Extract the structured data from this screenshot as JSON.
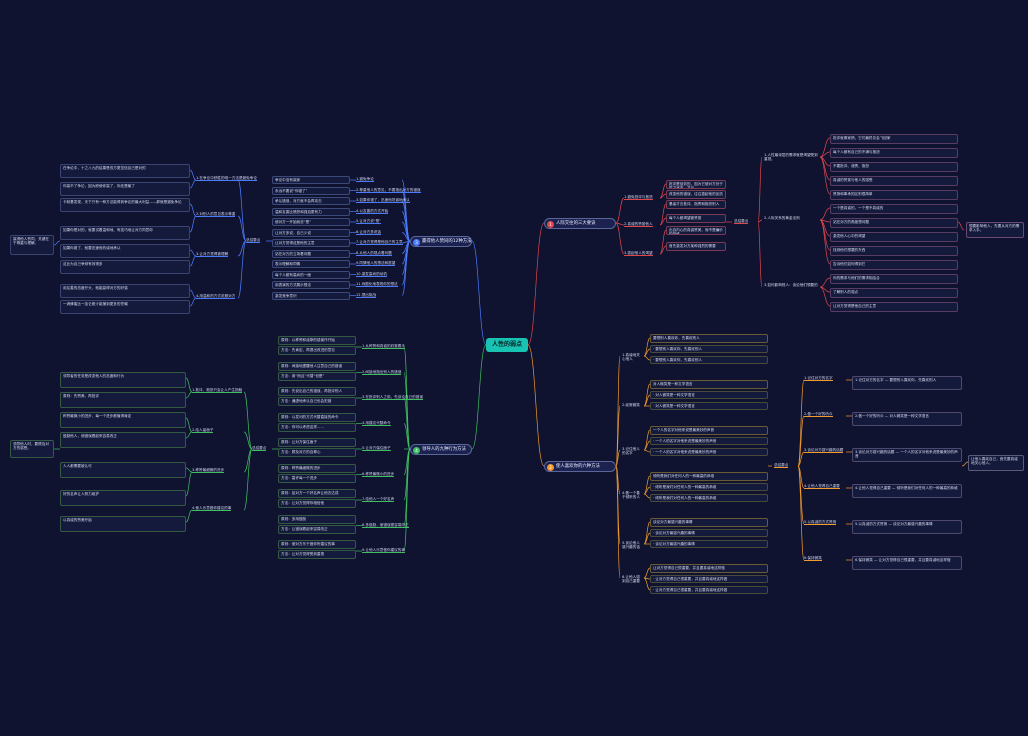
{
  "colors": {
    "background": "#0f1330",
    "root": "#18c3b4",
    "branch_red": "#e0474c",
    "branch_blue": "#4d7bff",
    "branch_orange": "#f29a2e",
    "branch_green": "#3fbf5f"
  },
  "root": {
    "title": "人性的弱点"
  },
  "branches": [
    {
      "num": "1",
      "title": "人际交往的三大要诀",
      "color": "#e0474c"
    },
    {
      "num": "2",
      "title": "使人喜欢你的六种方法",
      "color": "#f29a2e"
    },
    {
      "num": "3",
      "title": "赢得他人赞同的12种方法",
      "color": "#4d7bff"
    },
    {
      "num": "4",
      "title": "领导人的九种行为方法",
      "color": "#3fbf5f"
    }
  ],
  "summary_label": "总结要点",
  "b1": {
    "subs": [
      "1.避免批评与抱怨",
      "2.真诚的赞赏他人",
      "3.激起他人的渴望"
    ],
    "leaves": [
      "批评是徒劳的，因为它使对方处于防卫状态，并且",
      "改变他的错误，往往激起他的反抗",
      "愚者才去批评、指责和抱怨别人",
      "每个人都渴望被赞赏",
      "出自内心的真诚赞美，而不是廉价的恭维",
      "首先激发对方某种强烈的需要"
    ],
    "summary": [
      "1.人性最深层的需求就是渴望受到重视。",
      "2.人际关系的黄金法则",
      "3.如何影响别人：谈论他们想要的"
    ],
    "details": [
      "批评就像家鸽，它们最终总会飞回家",
      "每个人都有自己的不满与抱怨",
      "不要批评、谴责、抱怨",
      "真诚的赞赏与他人的感受",
      "赞扬和奉承的区别很简单",
      "一个是真诚的，一个是不真诚的",
      "站在对方的角度想问题",
      "激发他人心中的渴望",
      "找到他们想要的东西",
      "告诉他们如何得到它",
      "你的需求与他们的需求相结合",
      "了解别人的观点",
      "让对方觉得是他自己的主意"
    ],
    "side_note": "想要影响他人，先要从对方的需求入手。"
  },
  "b2": {
    "subs": [
      "1.真诚地关心他人",
      "2.经常微笑",
      "3.记住他人的名字",
      "4.做一个善于倾听的人",
      "5.谈论他人感兴趣的话题",
      "6.让他人感到自己重要"
    ],
    "leaves": [
      "要想别人喜欢你，先喜欢别人",
      "对人微笑是一种文学语言",
      "一个人的名字对他来说是最美妙的声音",
      "倾听是我们对任何人的一种最高的恭维",
      "谈论对方最感兴趣的事情",
      "让对方觉得自己很重要，并且要真诚地这样做"
    ],
    "summary": [
      "1.记住对方的名字",
      "2.做一个好的听众",
      "3.谈论对方感兴趣的话题",
      "4.让他人觉得自己重要",
      "5.以真诚的方式赞扬",
      "6.保持微笑"
    ],
    "side_note": "让他人喜欢自己，首先要真诚地关心他人。"
  },
  "b3": {
    "items": [
      "1.避免争论",
      "2.尊重他人的意见，不要指出对方的错误",
      "3.如果你错了，迅速而坦诚地承认",
      "4.以友善的方式开始",
      "5.让对方说“是”",
      "6.让对方多说话",
      "7.让对方觉得是他自己的主意",
      "8.从他人的观点看问题",
      "9.同情他人的想法和愿望",
      "10.激发高尚的动机",
      "11.戏剧化地表现你的想法",
      "12.提出挑战"
    ],
    "notes": [
      "争论中没有赢家",
      "永远不要说“你错了”",
      "承认错误，对方就不会再攻击",
      "温和友善比愤怒和强迫更有力",
      "使对方一开始就说“是”",
      "让对方多说，自己少说",
      "让对方觉得这是他的主意",
      "站在对方的立场看问题",
      "表示理解和同情",
      "每个人都有高尚的一面",
      "用表演的方式展示想法",
      "激发竞争意识"
    ],
    "summary": [
      "1.在争论中获胜的唯一方法是避免争论",
      "2.对别人的意见表示尊重",
      "3.让对方觉得被理解",
      "4.用温和的方式说服对方"
    ],
    "left_details": [
      "在争论中，十之八九的结果是双方更坚信自己是对的",
      "你赢不了争论，因为即使你赢了，你还是输了",
      "卡耐基发现，天下只有一种方法能得到争论的最大利益——那就是避免争论",
      "如果你是对的，就要试着温和地、有技巧地让对方同意你",
      "如果你错了，就要迅速而热诚地承认",
      "这比为自己争辩有效得多",
      "用友善的态度开头，就能赢得对方的好感",
      "一滴蜂蜜比一加仑胆汁能捕到更多的苍蝇"
    ],
    "side_note": "赢得他人赞同，关键在于尊重与理解。"
  },
  "b4": {
    "items": [
      "1.从称赞和真诚的欣赏着手",
      "2.间接地指出别人的错误",
      "3.在批评别人之前，先谈论自己的错误",
      "4.用建议代替命令",
      "5.让对方保住面子",
      "6.称赞最微小的进步",
      "7.给他人一个好名声",
      "8.多鼓励，使错误更容易改正",
      "9.让他人乐意做你建议的事"
    ],
    "notes": [
      "原则：以称赞和诚挚的感谢作开始",
      "方法：先肯定，再提出改进的意见",
      "原则：间接地提醒他人注意自己的错误",
      "方法：用“而且”代替“但是”",
      "原则：先说出自己的错误，再批评别人",
      "方法：谦虚地承认自己也会犯错",
      "原则：以发问的方式代替直接的命令",
      "方法：你可以考虑这样……",
      "原则：让对方保住面子",
      "方法：顾及对方的自尊心",
      "原则：称赞最细微的进步",
      "方法：嘉许每一个进步",
      "原则：给对方一个好名声让他去达成",
      "方法：让对方觉得你相信他",
      "原则：多用鼓励",
      "方法：让错误看起来容易改正",
      "原则：使对方乐于做你所建议的事",
      "方法：让对方觉得受到重视"
    ],
    "summary": [
      "1.批评、抱怨只会让人产生抵触",
      "2.给人留面子",
      "3.称赞最细微的进步",
      "4.使人乐意做你建议的事"
    ],
    "left_details": [
      "领导者的任务是改变他人的态度和行为",
      "原则：先赞美，再批评",
      "称赞最微小的进步，每一个进步都值得肯定",
      "鼓励他人，使错误看起来容易改正",
      "人人都需要被认可",
      "好的名声让人努力维护",
      "以真诚的赞美开始"
    ],
    "side_note": "领导他人时，要顾及对方的感受。"
  }
}
